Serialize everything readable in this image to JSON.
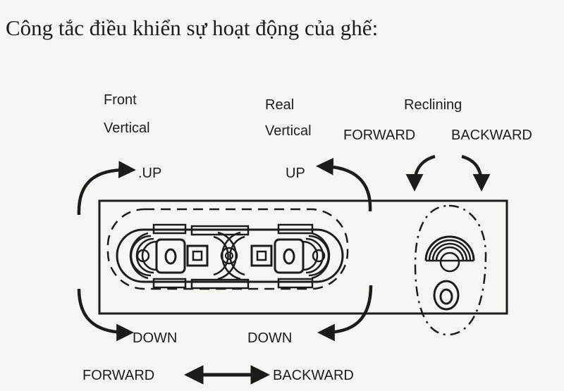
{
  "heading": "Công tắc  điều khiển sự hoạt động của ghế:",
  "labels": {
    "front": "Front",
    "front_vertical": "Vertical",
    "rear": "Real",
    "rear_vertical": "Vertical",
    "reclining": "Reclining",
    "forward_top": "FORWARD",
    "backward_top": "BACKWARD",
    "up_left": ".UP",
    "up_right": "UP",
    "down_left": "DOWN",
    "down_right": "DOWN",
    "forward_bottom": "FORWARD",
    "backward_bottom": "BACKWARD"
  },
  "colors": {
    "ink": "#1c1c1c",
    "paper": "#f7f5f1"
  }
}
